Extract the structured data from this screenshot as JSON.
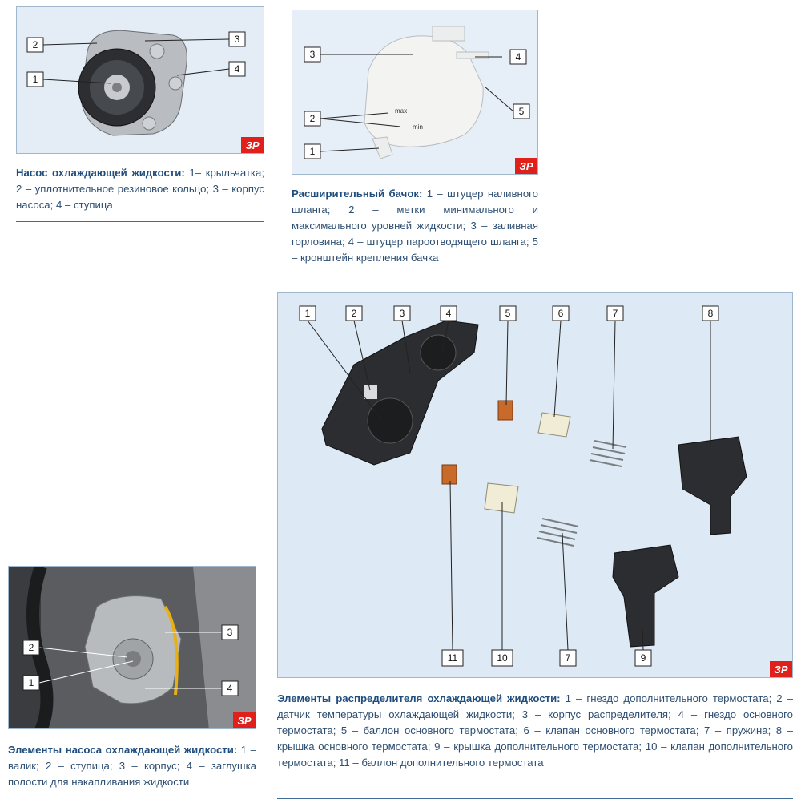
{
  "figures": {
    "pump": {
      "callouts": [
        "1",
        "2",
        "3",
        "4"
      ],
      "caption_title": "Насос охлаждающей жидкости:",
      "caption_body": " 1– крыльчатка; 2 – уплотнительное резиновое кольцо; 3 – корпус насоса; 4 – ступица",
      "badge": "ЗР"
    },
    "tank": {
      "callouts": [
        "1",
        "2",
        "3",
        "4",
        "5"
      ],
      "mark_max": "max",
      "mark_min": "min",
      "caption_title": "Расширительный бачок:",
      "caption_body": " 1 – штуцер наливного шланга; 2 – метки минимального и максимального уровней жидкости; 3 – заливная горловина; 4 – штуцер пароотводящего шланга; 5 – кронштейн крепления бачка",
      "badge": "ЗР"
    },
    "engine": {
      "callouts": [
        "1",
        "2",
        "3",
        "4"
      ],
      "caption_title": "Элементы насоса охлаждающей жидкости:",
      "caption_body": " 1 – валик; 2 – ступица; 3 – корпус; 4 – заглушка полости для накапливания жидкости",
      "badge": "ЗР"
    },
    "distributor": {
      "top_callouts": [
        "1",
        "2",
        "3",
        "4",
        "5",
        "6",
        "7",
        "8"
      ],
      "bottom_callouts": [
        "11",
        "10",
        "7",
        "9"
      ],
      "caption_title": "Элементы распределителя охлаждающей жидкости:",
      "caption_body": " 1 – гнездо дополнительного термостата; 2 – датчик температуры охлаждающей жидкости; 3 – корпус распределителя; 4 – гнездо основного термостата; 5 – баллон основного термостата; 6 – клапан основного термостата; 7 – пружина; 8 – крышка основного термостата; 9 – крышка дополнительного термостата; 10 – клапан дополнительного термостата; 11 – баллон дополнительного термостата",
      "badge": "ЗР"
    }
  },
  "colors": {
    "caption_text": "#2d4f73",
    "caption_title": "#1e4d7e",
    "figure_bg": "#dfeaf5",
    "badge": "#e0201b"
  }
}
